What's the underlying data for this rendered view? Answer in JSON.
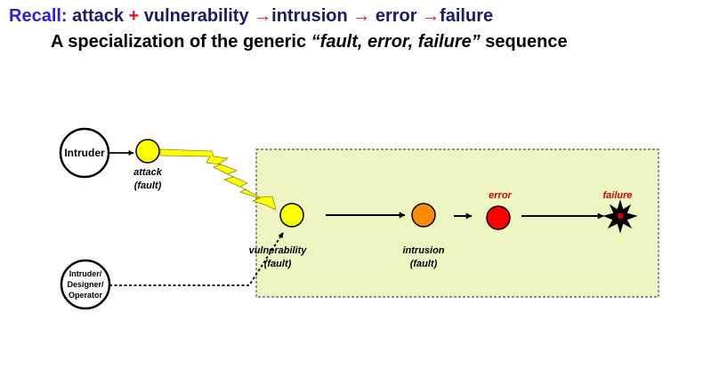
{
  "title": {
    "recall": "Recall:",
    "attack": "attack",
    "plus": "+",
    "vulnerability": "vulnerability",
    "arrow": "→",
    "intrusion": "intrusion",
    "error": "error",
    "failure": "failure"
  },
  "subtitle": {
    "prefix": "A specialization of the generic",
    "quote": "“fault, error, failure”",
    "suffix": "sequence"
  },
  "diagram": {
    "intruder": "Intruder",
    "actor_lines": [
      "Intruder/",
      "Designer/",
      "Operator"
    ],
    "attack_label": "attack",
    "attack_sub": "(fault)",
    "vulnerability_label": "vulnerability",
    "vulnerability_sub": "(fault)",
    "intrusion_label": "intrusion",
    "intrusion_sub": "(fault)",
    "error_label": "error",
    "failure_label": "failure"
  },
  "colors": {
    "system_box": "#eef5c2",
    "attack_node": "#ffff00",
    "vulnerability_node": "#ffff00",
    "intrusion_node": "#ff8c00",
    "error_node": "#ff0000",
    "error_label": "#cc0000",
    "failure_label": "#cc0000"
  }
}
